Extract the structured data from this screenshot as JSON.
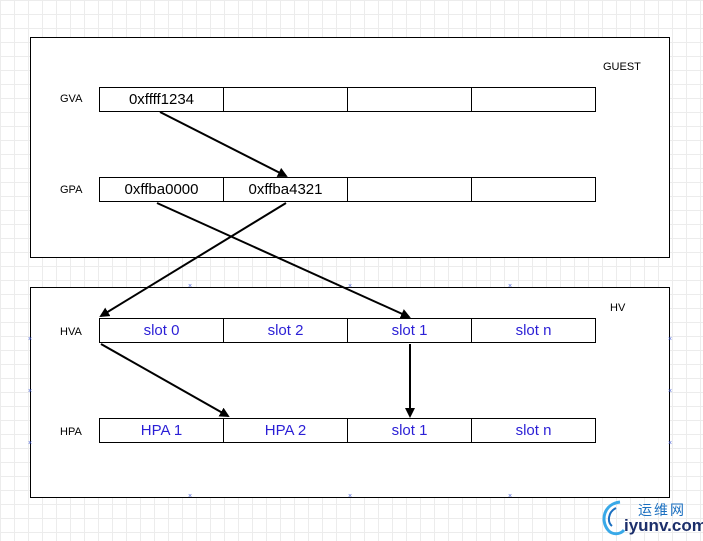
{
  "guest": {
    "label": "GUEST",
    "gva": {
      "label": "GVA",
      "cells": [
        "0xffff1234",
        "",
        "",
        ""
      ]
    },
    "gpa": {
      "label": "GPA",
      "cells": [
        "0xffba0000",
        "0xffba4321",
        "",
        ""
      ]
    }
  },
  "hv": {
    "label": "HV",
    "hva": {
      "label": "HVA",
      "cells": [
        "slot 0",
        "slot 2",
        "slot 1",
        "slot n"
      ]
    },
    "hpa": {
      "label": "HPA",
      "cells": [
        "HPA 1",
        "HPA 2",
        "slot 1",
        "slot n"
      ]
    }
  },
  "watermark": {
    "cn": "运维网",
    "en": "iyunv.com"
  },
  "colors": {
    "cell_text_guest": "#000000",
    "cell_text_hv": "#2b1fd6",
    "line": "#000000"
  }
}
